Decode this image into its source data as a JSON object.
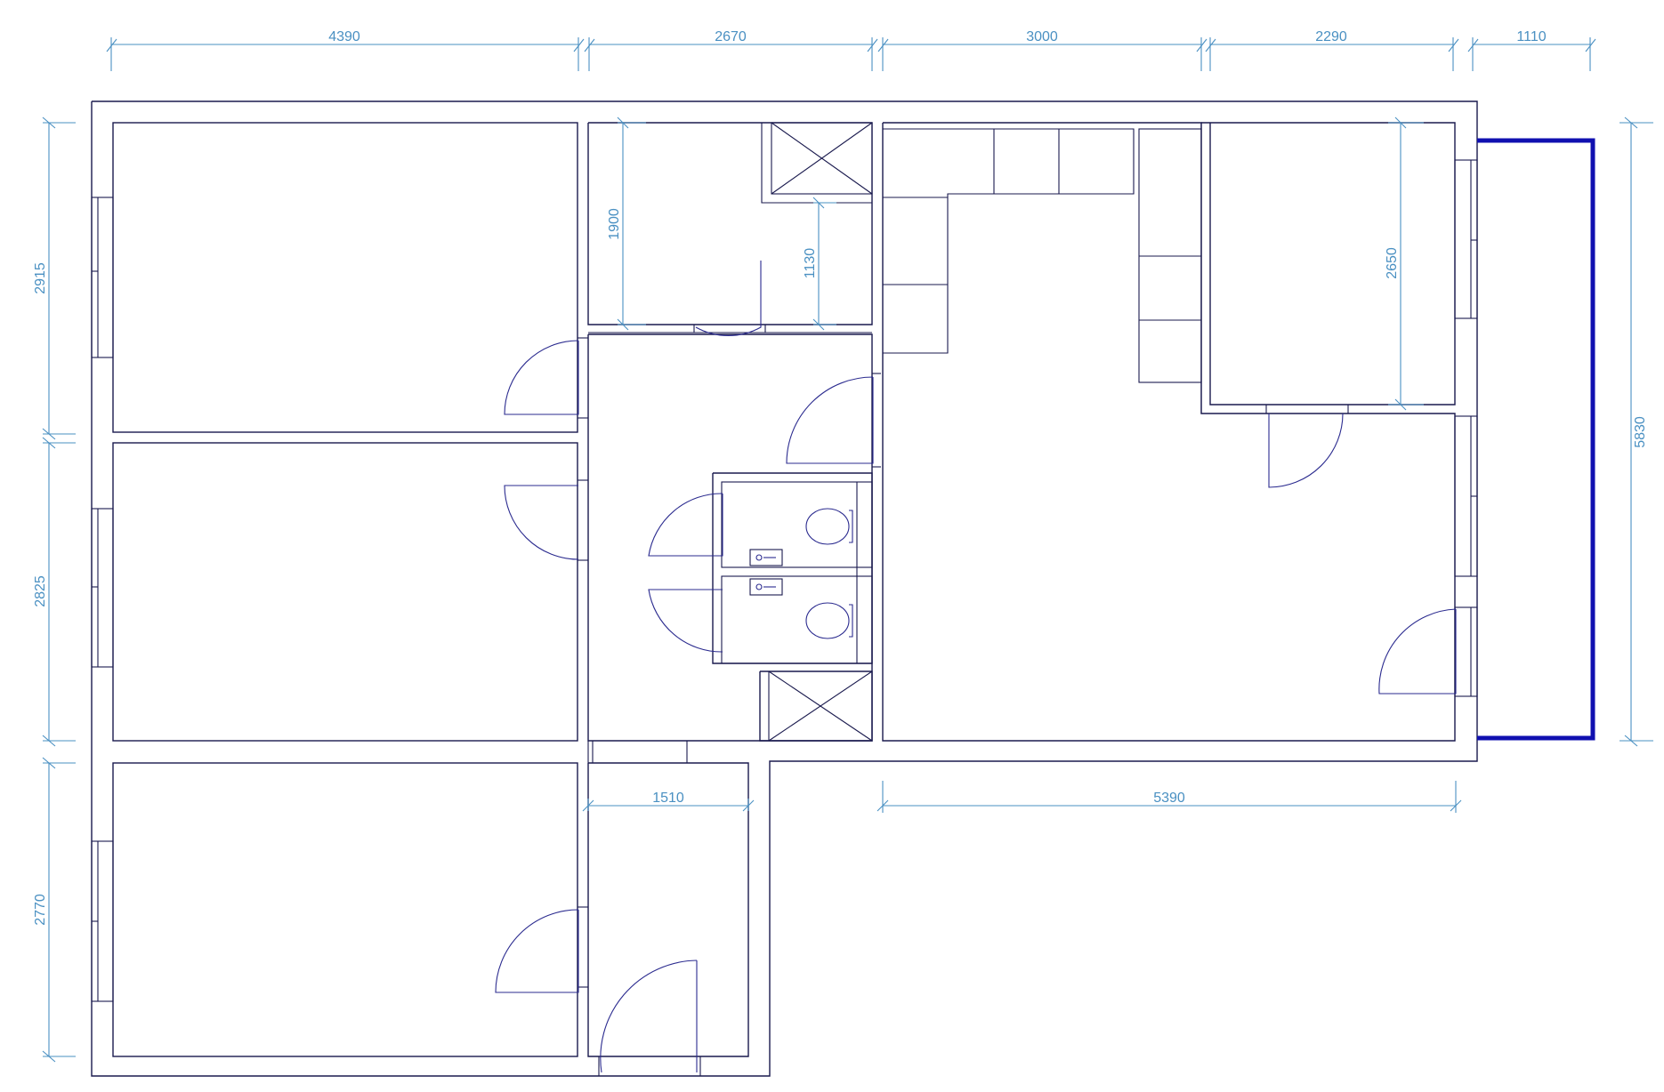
{
  "drawing": {
    "type": "floor-plan",
    "colors": {
      "walls": "#1a1a4e",
      "doors": "#2b2b8f",
      "dimensions": "#4a90c2",
      "balcony": "#1010b0"
    },
    "dimensions": {
      "top_4390": "4390",
      "top_2670": "2670",
      "top_3000": "3000",
      "top_2290": "2290",
      "top_1110": "1110",
      "left_2915": "2915",
      "left_2825": "2825",
      "left_2770": "2770",
      "right_5830": "5830",
      "inner_1900": "1900",
      "inner_1130": "1130",
      "inner_2650": "2650",
      "bottom_1510": "1510",
      "bottom_5390": "5390"
    }
  }
}
